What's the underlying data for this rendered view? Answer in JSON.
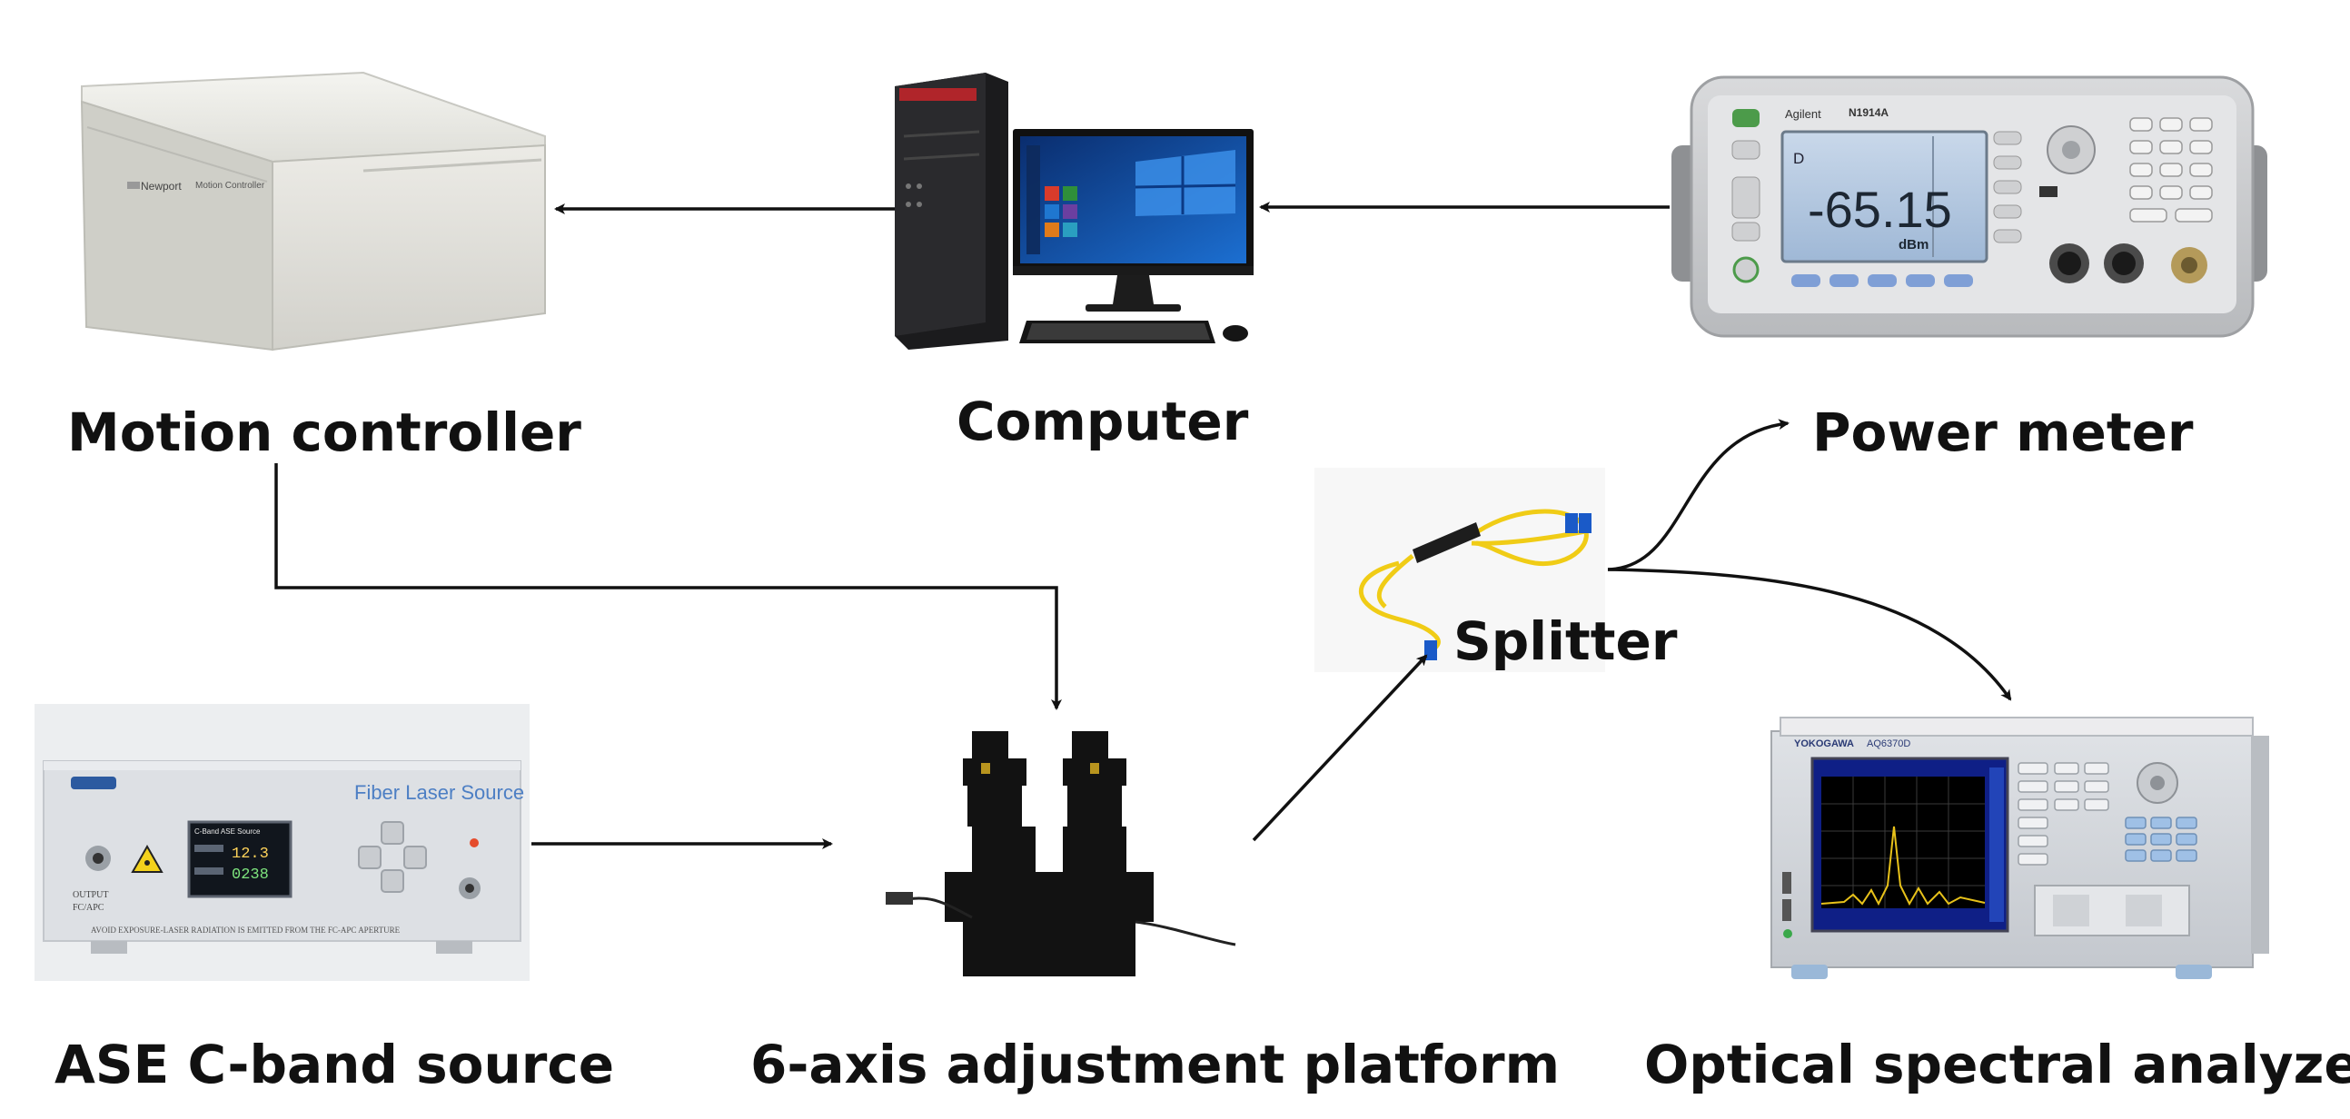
{
  "labels": {
    "motion_controller": "Motion controller",
    "computer": "Computer",
    "power_meter": "Power meter",
    "splitter": "Splitter",
    "ase_source": "ASE C-band source",
    "platform": "6-axis adjustment platform",
    "osa": "Optical spectral analyzer"
  },
  "power_meter_display": {
    "brand": "Agilent",
    "model": "N1914A",
    "reading": "-65.15",
    "unit": "dBm",
    "channel": "D"
  },
  "laser_source_panel": {
    "title": "Fiber Laser Source",
    "screen_title": "C-Band ASE Source",
    "value_1": "12.3",
    "value_2": "0238",
    "output_label": "OUTPUT",
    "connector_label": "FC/APC",
    "warning_text": "AVOID EXPOSURE-LASER RADIATION IS EMITTED FROM THE FC-APC APERTURE"
  },
  "motion_controller_panel": {
    "brand": "Newport",
    "text": "Motion Controller"
  },
  "osa_panel": {
    "brand": "YOKOGAWA",
    "model": "AQ6370D"
  }
}
